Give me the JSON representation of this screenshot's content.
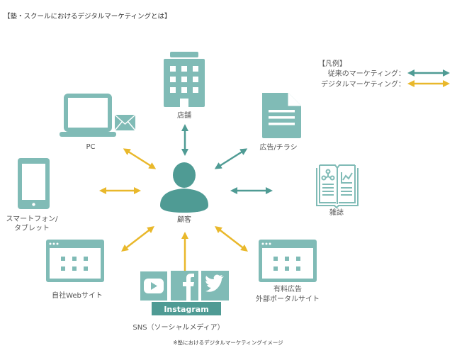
{
  "title": "【塾・スクールにおけるデジタルマーケティングとは】",
  "legend": {
    "heading": "【凡例】",
    "traditional": "従来のマーケティング：",
    "digital": "デジタルマーケティング："
  },
  "colors": {
    "icon": "#80bbb6",
    "icon_dark": "#4f9b94",
    "traditional": "#4f9b94",
    "digital": "#e9b82b"
  },
  "center": {
    "label": "顧客",
    "icon": "person-icon"
  },
  "nodes": {
    "store": {
      "label": "店舗",
      "icon": "building-icon"
    },
    "pc": {
      "label": "PC",
      "icon": "laptop-mail-icon"
    },
    "flyer": {
      "label": "広告/チラシ",
      "icon": "document-icon"
    },
    "smartphone": {
      "label1": "スマートフォン/",
      "label2": "タブレット",
      "icon": "tablet-icon"
    },
    "magazine": {
      "label": "雑誌",
      "icon": "magazine-icon"
    },
    "website": {
      "label": "自社Webサイト",
      "icon": "browser-window-icon"
    },
    "paid_ad": {
      "label1": "有料広告",
      "label2": "外部ポータルサイト",
      "icon": "browser-window-icon"
    },
    "sns": {
      "label": "SNS（ソーシャルメディア）",
      "instagram": "Instagram",
      "icons": [
        "youtube-icon",
        "facebook-icon",
        "twitter-icon"
      ]
    }
  },
  "footnote": "※塾におけるデジタルマーケティングイメージ"
}
